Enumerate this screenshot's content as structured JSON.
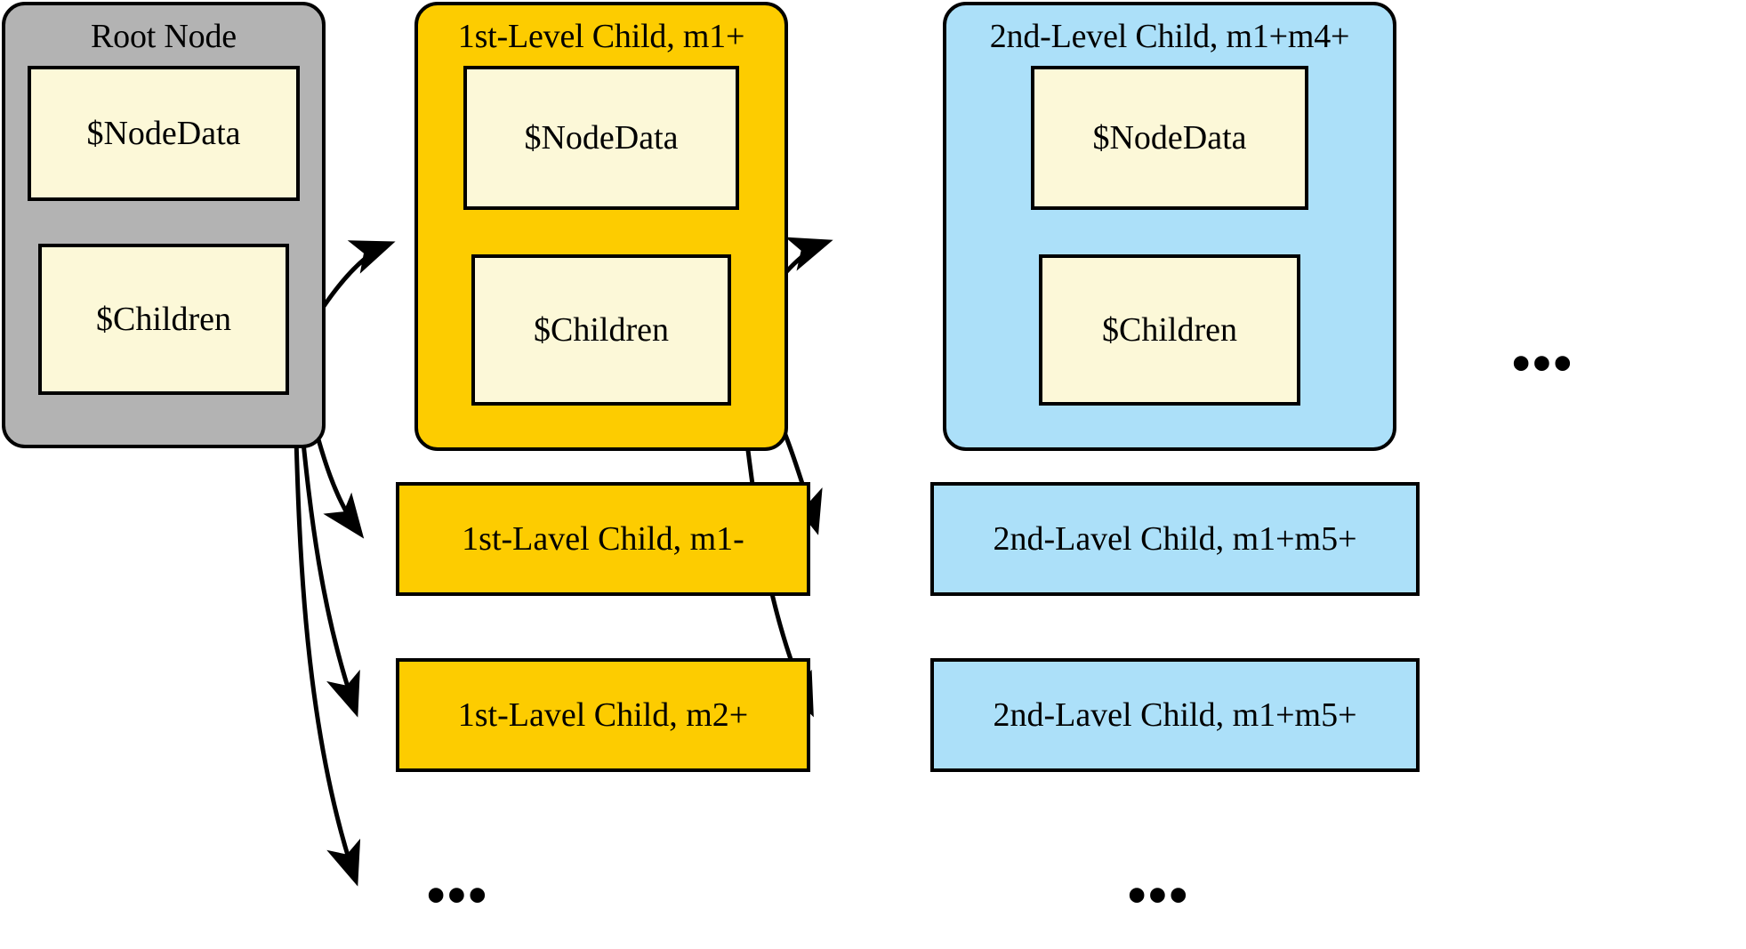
{
  "diagram": {
    "title": "Tree node structure diagram",
    "colors": {
      "root_fill": "#b3b3b3",
      "level1_fill": "#fdcc00",
      "level2_fill": "#ace0f9",
      "field_fill": "#fcf8d8",
      "stroke": "#000000",
      "background": "#ffffff"
    },
    "nodes": {
      "root": {
        "title": "Root Node",
        "fields": [
          {
            "label": "$NodeData"
          },
          {
            "label": "$Children"
          }
        ]
      },
      "level1_expanded": {
        "title": "1st-Level Child, m1+",
        "fields": [
          {
            "label": "$NodeData"
          },
          {
            "label": "$Children"
          }
        ]
      },
      "level2_expanded": {
        "title": "2nd-Level Child, m1+m4+",
        "fields": [
          {
            "label": "$NodeData"
          },
          {
            "label": "$Children"
          }
        ]
      }
    },
    "leaves": {
      "level1": [
        {
          "label": "1st-Lavel Child, m1-"
        },
        {
          "label": "1st-Lavel Child, m2+"
        }
      ],
      "level2": [
        {
          "label": "2nd-Lavel Child, m1+m5+"
        },
        {
          "label": "2nd-Lavel Child, m1+m5+"
        }
      ]
    },
    "ellipses": [
      {
        "label": "•••",
        "name": "ellipsis-level2-more"
      },
      {
        "label": "•••",
        "name": "ellipsis-level1-bottom"
      },
      {
        "label": "•••",
        "name": "ellipsis-level2-bottom"
      }
    ]
  }
}
